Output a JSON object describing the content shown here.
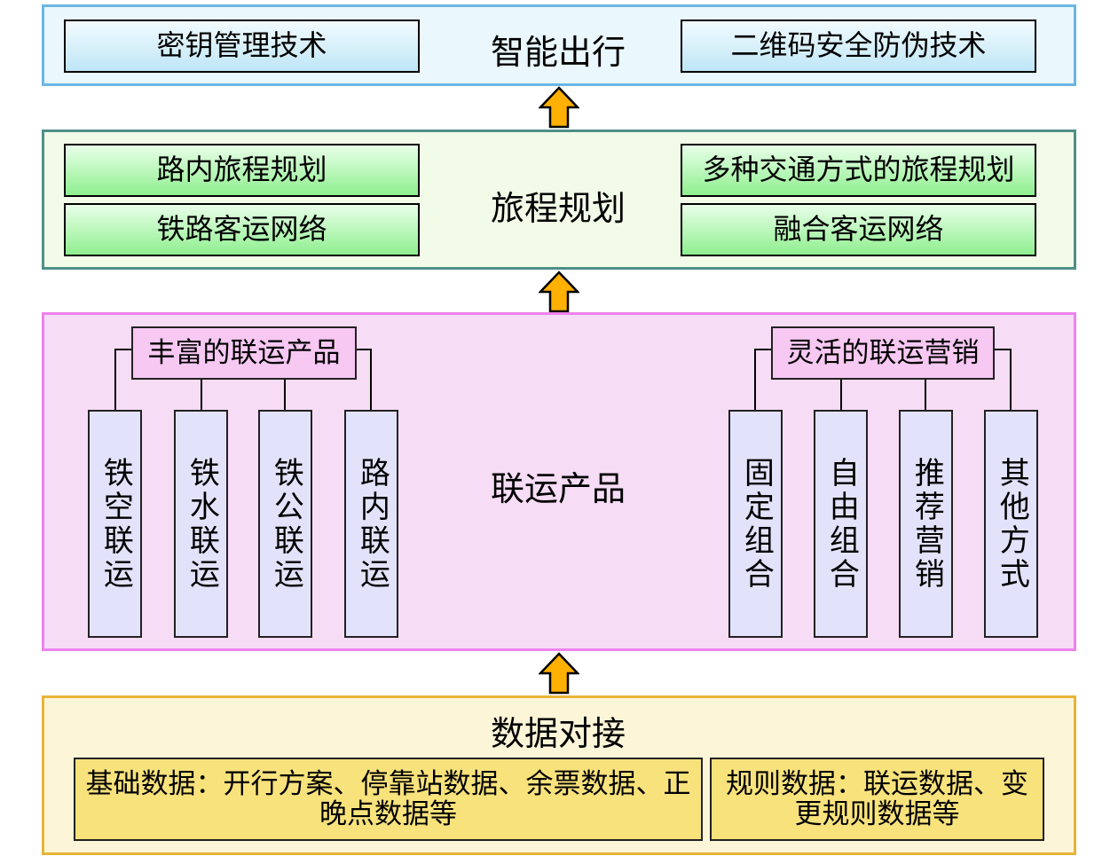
{
  "layers": {
    "smart_travel": {
      "title": "智能出行",
      "left_box": "密钥管理技术",
      "right_box": "二维码安全防伪技术"
    },
    "trip_planning": {
      "title": "旅程规划",
      "left_boxes": [
        "路内旅程规划",
        "铁路客运网络"
      ],
      "right_boxes": [
        "多种交通方式的旅程规划",
        "融合客运网络"
      ]
    },
    "intermodal_products": {
      "title": "联运产品",
      "left_group": {
        "header": "丰富的联运产品",
        "items": [
          "铁空联运",
          "铁水联运",
          "铁公联运",
          "路内联运"
        ]
      },
      "right_group": {
        "header": "灵活的联运营销",
        "items": [
          "固定组合",
          "自由组合",
          "推荐营销",
          "其他方式"
        ]
      }
    },
    "data_docking": {
      "title": "数据对接",
      "left_box": "基础数据：开行方案、停靠站数据、余票数据、正晚点数据等",
      "right_box": "规则数据：联运数据、变更规则数据等"
    }
  },
  "colors": {
    "smart_travel_bg": "#eaf7fd",
    "smart_travel_border": "#6ab7e3",
    "trip_planning_bg": "#f2fbe8",
    "trip_planning_border": "#4f8f86",
    "intermodal_bg": "#f6dcf5",
    "intermodal_border": "#ee82ee",
    "data_docking_bg": "#fdf5d8",
    "data_docking_border": "#e8b437",
    "arrow_fill": "#ffb000"
  }
}
